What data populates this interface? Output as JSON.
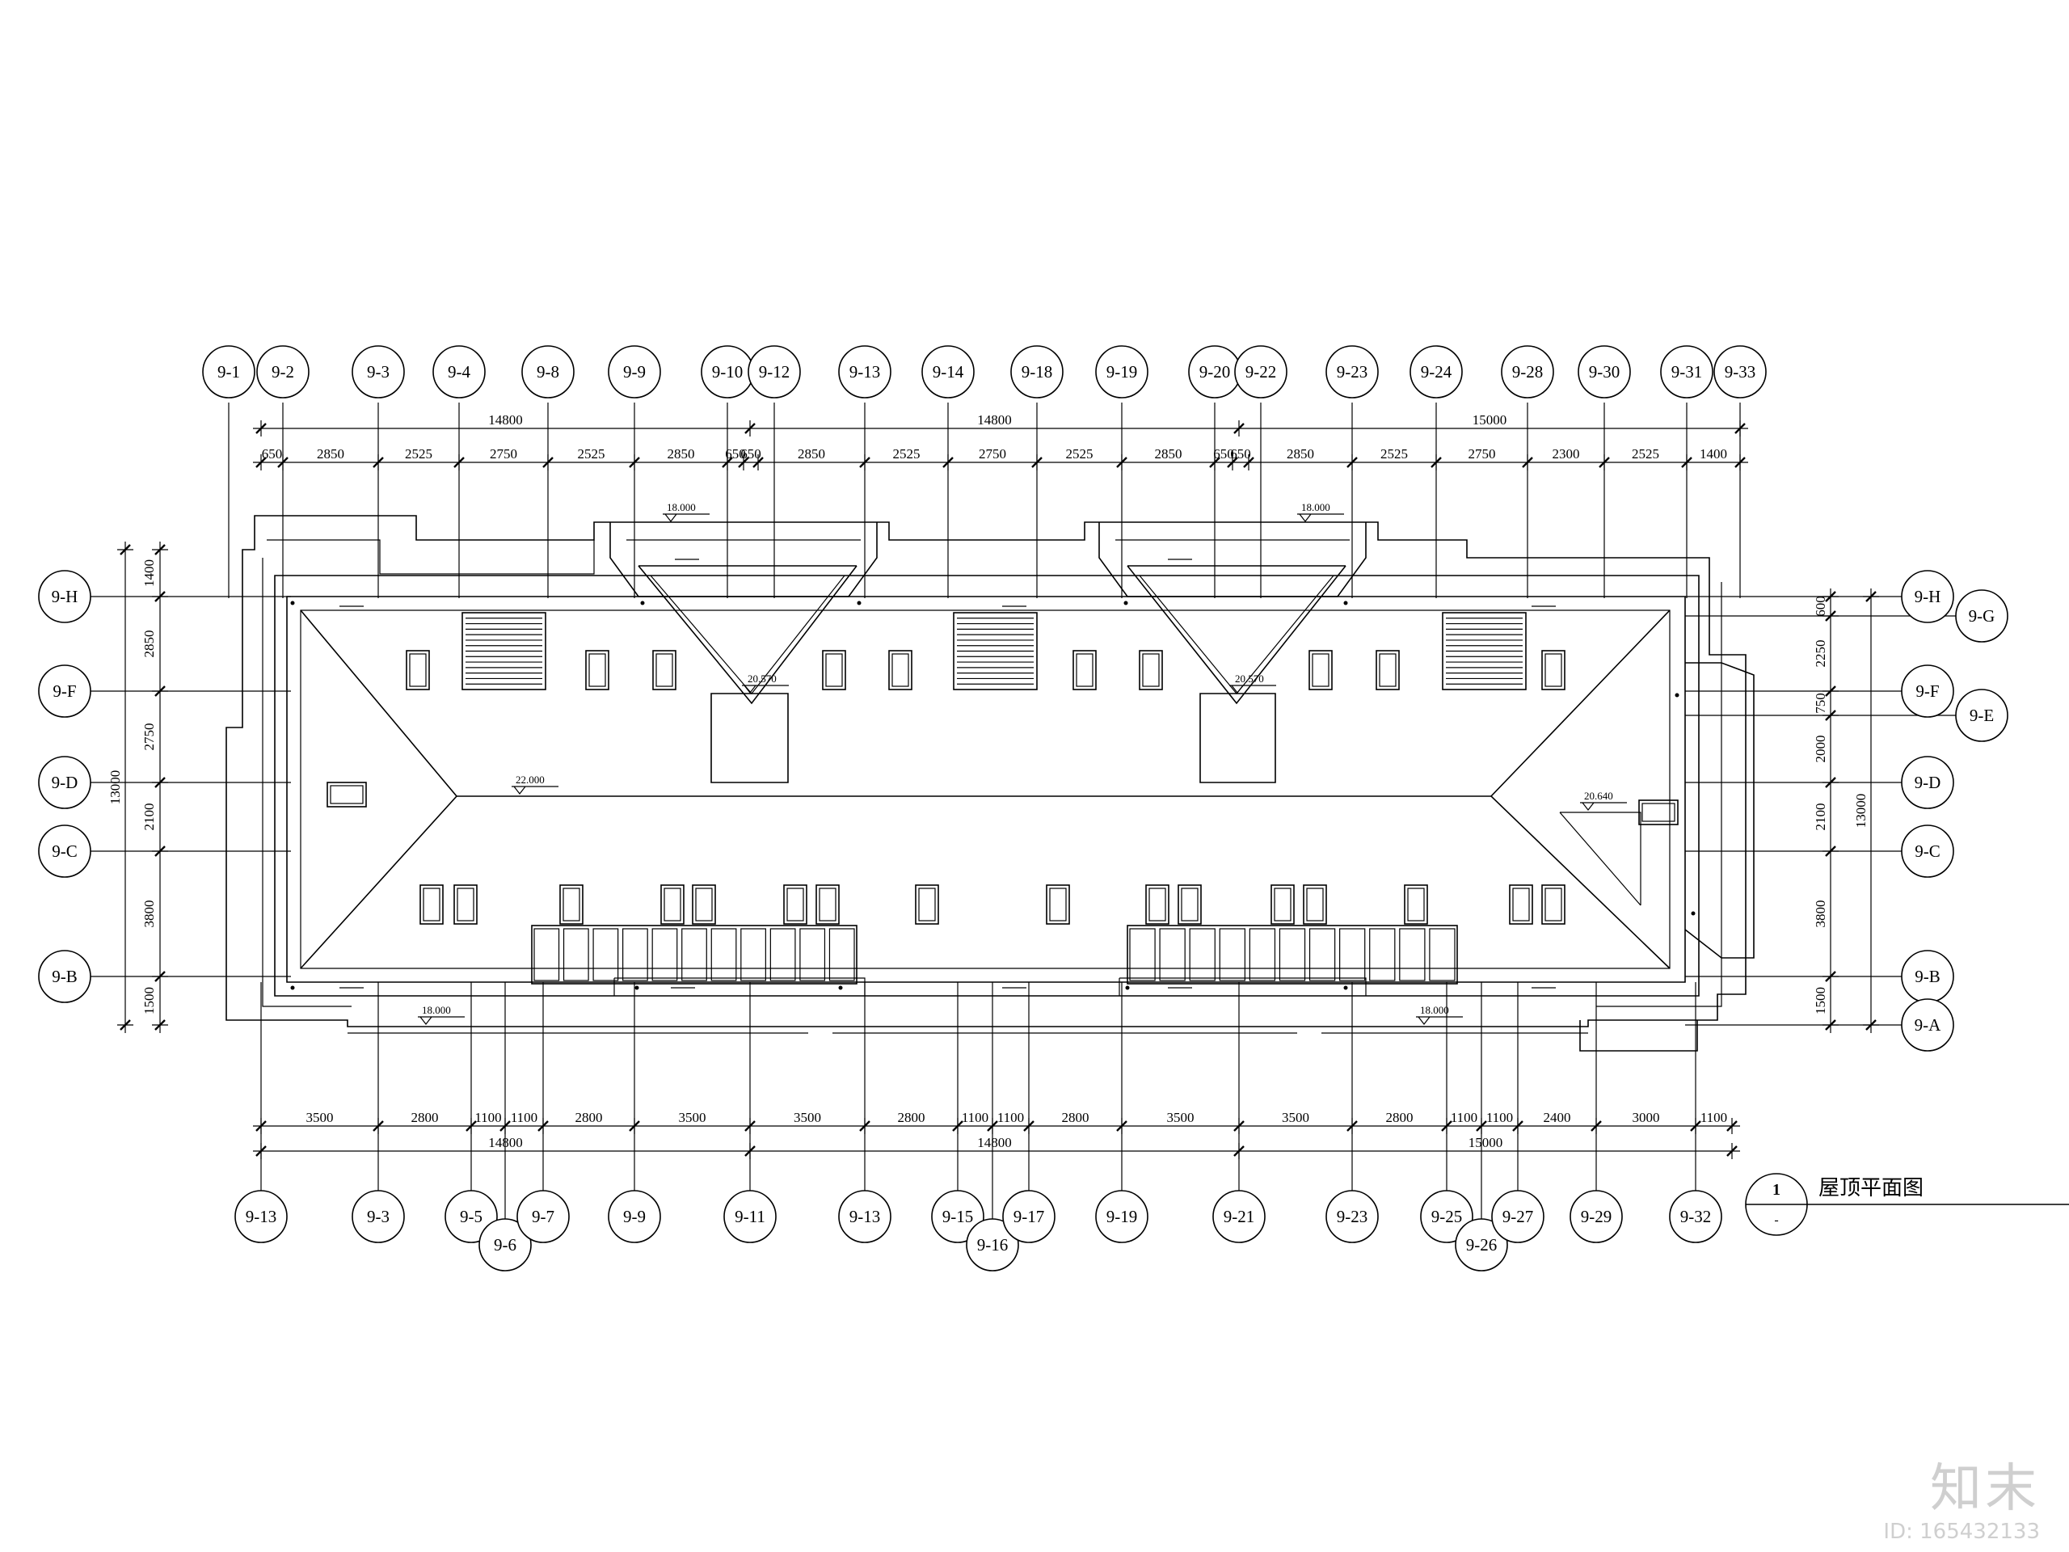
{
  "title": {
    "number": "1",
    "sub": "-",
    "text": "屋顶平面图"
  },
  "axes_top": [
    {
      "id": "top-1",
      "label": "9-1"
    },
    {
      "id": "top-2",
      "label": "9-2"
    },
    {
      "id": "top-3",
      "label": "9-3"
    },
    {
      "id": "top-4",
      "label": "9-4"
    },
    {
      "id": "top-8",
      "label": "9-8"
    },
    {
      "id": "top-9",
      "label": "9-9"
    },
    {
      "id": "top-10",
      "label": "9-10"
    },
    {
      "id": "top-12",
      "label": "9-12"
    },
    {
      "id": "top-13",
      "label": "9-13"
    },
    {
      "id": "top-14",
      "label": "9-14"
    },
    {
      "id": "top-18",
      "label": "9-18"
    },
    {
      "id": "top-19",
      "label": "9-19"
    },
    {
      "id": "top-20",
      "label": "9-20"
    },
    {
      "id": "top-22",
      "label": "9-22"
    },
    {
      "id": "top-23",
      "label": "9-23"
    },
    {
      "id": "top-24",
      "label": "9-24"
    },
    {
      "id": "top-28",
      "label": "9-28"
    },
    {
      "id": "top-30",
      "label": "9-30"
    },
    {
      "id": "top-31",
      "label": "9-31"
    },
    {
      "id": "top-33",
      "label": "9-33"
    }
  ],
  "axes_bottom": [
    {
      "id": "bot-13",
      "label": "9-13"
    },
    {
      "id": "bot-3",
      "label": "9-3"
    },
    {
      "id": "bot-5",
      "label": "9-5"
    },
    {
      "id": "bot-6",
      "label": "9-6"
    },
    {
      "id": "bot-7",
      "label": "9-7"
    },
    {
      "id": "bot-9",
      "label": "9-9"
    },
    {
      "id": "bot-11",
      "label": "9-11"
    },
    {
      "id": "bot-13b",
      "label": "9-13"
    },
    {
      "id": "bot-15",
      "label": "9-15"
    },
    {
      "id": "bot-16",
      "label": "9-16"
    },
    {
      "id": "bot-17",
      "label": "9-17"
    },
    {
      "id": "bot-19",
      "label": "9-19"
    },
    {
      "id": "bot-21",
      "label": "9-21"
    },
    {
      "id": "bot-23",
      "label": "9-23"
    },
    {
      "id": "bot-25",
      "label": "9-25"
    },
    {
      "id": "bot-26",
      "label": "9-26"
    },
    {
      "id": "bot-27",
      "label": "9-27"
    },
    {
      "id": "bot-29",
      "label": "9-29"
    },
    {
      "id": "bot-32",
      "label": "9-32"
    }
  ],
  "axes_left": [
    {
      "id": "left-H",
      "label": "9-H"
    },
    {
      "id": "left-F",
      "label": "9-F"
    },
    {
      "id": "left-D",
      "label": "9-D"
    },
    {
      "id": "left-C",
      "label": "9-C"
    },
    {
      "id": "left-B",
      "label": "9-B"
    }
  ],
  "axes_right": [
    {
      "id": "right-H",
      "label": "9-H"
    },
    {
      "id": "right-G",
      "label": "9-G"
    },
    {
      "id": "right-F",
      "label": "9-F"
    },
    {
      "id": "right-E",
      "label": "9-E"
    },
    {
      "id": "right-D",
      "label": "9-D"
    },
    {
      "id": "right-C",
      "label": "9-C"
    },
    {
      "id": "right-B",
      "label": "9-B"
    },
    {
      "id": "right-A",
      "label": "9-A"
    }
  ],
  "dims_top_detail": [
    "650",
    "2850",
    "2525",
    "2750",
    "2525",
    "2850",
    "650",
    "650",
    "2850",
    "2525",
    "2750",
    "2525",
    "2850",
    "650",
    "650",
    "2850",
    "2525",
    "2750",
    "2300",
    "2525",
    "1400"
  ],
  "dims_top_total": [
    "14800",
    "14800",
    "15000"
  ],
  "dims_bottom_detail": [
    "3500",
    "2800",
    "1100",
    "1100",
    "2800",
    "3500",
    "3500",
    "2800",
    "1100",
    "1100",
    "2800",
    "3500",
    "3500",
    "2800",
    "1100",
    "1100",
    "2400",
    "3000",
    "1100"
  ],
  "dims_bottom_total": [
    "14800",
    "14800",
    "15000"
  ],
  "dims_left": [
    "1400",
    "2850",
    "2750",
    "2100",
    "3800",
    "1500"
  ],
  "dims_left_total": "13000",
  "dims_right": [
    "600",
    "2250",
    "750",
    "2000",
    "2100",
    "3800",
    "1500"
  ],
  "dims_right_total": "13000",
  "elevations": {
    "eave_top_left": "18.000",
    "eave_top_right": "18.000",
    "eave_bottom_left": "18.000",
    "eave_bottom_right": "18.000",
    "valley_left": "20.570",
    "valley_right": "20.570",
    "ridge": "22.000",
    "hip_right": "20.640"
  },
  "watermark": {
    "brand": "知末",
    "id": "ID: 165432133"
  }
}
